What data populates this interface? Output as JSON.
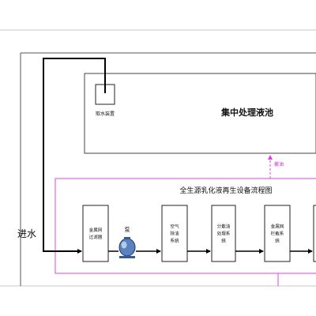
{
  "colors": {
    "background": "#ffffff",
    "frame": "#c8c8c8",
    "line": "#222222",
    "pipe": "#000000",
    "pink": "#e040e0",
    "pump_blue": "#5a82be"
  },
  "tank": {
    "title": "集中处理液池",
    "inner_box_label": "取水装置"
  },
  "oil_label": "撇油",
  "inlet_label": "进水",
  "system": {
    "title": "全生源乳化液再生设备流程图",
    "pump_label": "泵",
    "units": [
      {
        "label": "金属网过滤器"
      },
      {
        "label": "空气除油系统"
      },
      {
        "label": "分散油处理系统"
      },
      {
        "label": "金属网栏截系统"
      }
    ]
  }
}
